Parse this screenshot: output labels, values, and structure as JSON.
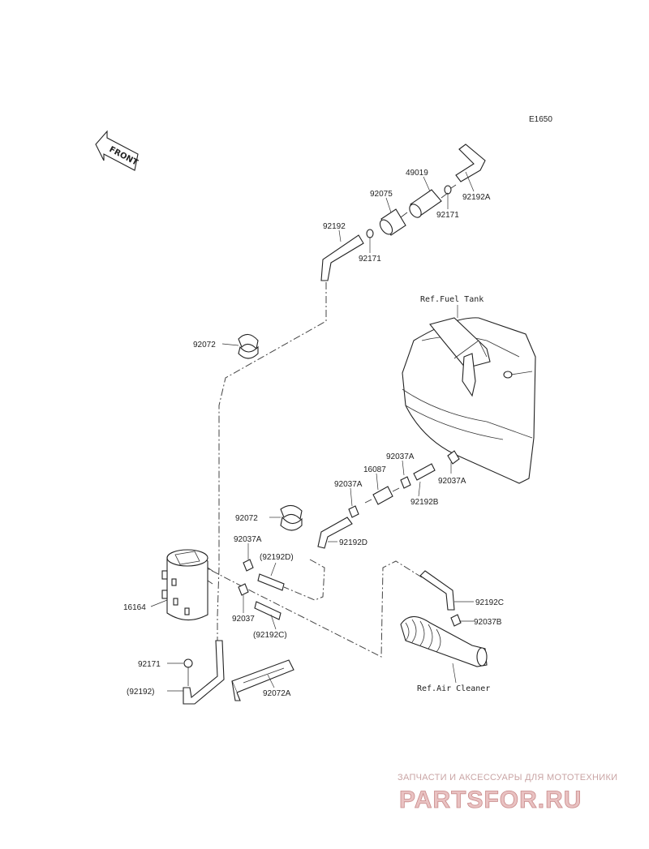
{
  "diagram": {
    "code": "E1650",
    "front_label": "FRONT",
    "labels": {
      "p49019": "49019",
      "p92075": "92075",
      "p92171_top_right": "92171",
      "p92192A": "92192A",
      "p92192": "92192",
      "p92171_mid": "92171",
      "ref_fuel_tank": "Ref.Fuel Tank",
      "p92072_upper": "92072",
      "p92037A_a": "92037A",
      "p16087": "16087",
      "p92037A_b": "92037A",
      "p92037A_c": "92037A",
      "p92192B": "92192B",
      "p92072_mid": "92072",
      "p92192D": "92192D",
      "p92037A_d": "92037A",
      "p92192D_paren": "(92192D)",
      "p16164": "16164",
      "p92037": "92037",
      "p92192C": "92192C",
      "p92192C_paren": "(92192C)",
      "p92037B": "92037B",
      "p92171_bottom": "92171",
      "p92192_paren": "(92192)",
      "p92072A": "92072A",
      "ref_air_cleaner": "Ref.Air Cleaner"
    }
  },
  "watermark": {
    "tagline": "ЗАПЧАСТИ И АКСЕССУАРЫ ДЛЯ МОТОТЕХНИКИ",
    "brand": "PARTSFOR.RU"
  }
}
